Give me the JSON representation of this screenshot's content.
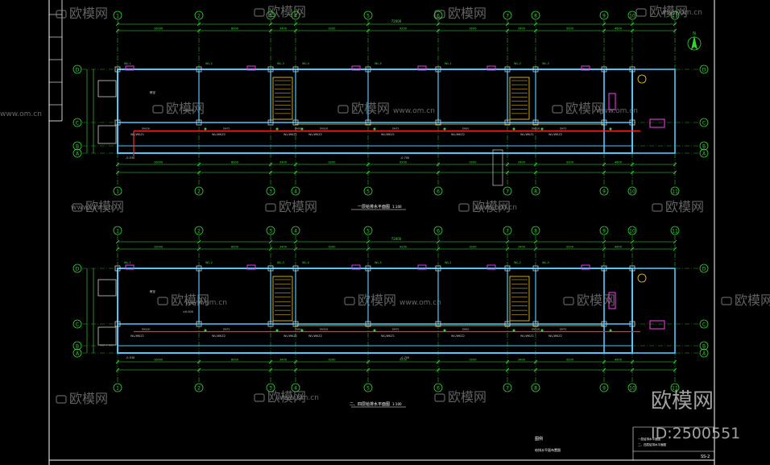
{
  "colors": {
    "background": "#000000",
    "frame": "#ffffff",
    "axis": "#2fd62f",
    "dimension": "#39e639",
    "wall": "#4ec8ff",
    "column": "#cfcfcf",
    "pipe_red": "#ff2a2a",
    "pipe_yellow": "#ffd21e",
    "fixture": "#ff3cff",
    "watermark": "#8a8a8a"
  },
  "axis_labels": [
    "1",
    "2",
    "3",
    "4",
    "5",
    "6",
    "7",
    "8",
    "9",
    "10",
    "11"
  ],
  "row_labels": [
    "D",
    "C",
    "B",
    "A"
  ],
  "plans": [
    {
      "title": "一层给排水平面图",
      "scale": "1:100",
      "total_dimension": "72000"
    },
    {
      "title": "二、四层给排水平面图",
      "scale": "1:100",
      "total_dimension": "72000"
    }
  ],
  "bay_dimensions": [
    "10000",
    "8000",
    "3400",
    "9200",
    "9200",
    "9200",
    "3400",
    "9200",
    "4600"
  ],
  "room_labels": [
    "WL-1",
    "WL-2",
    "WL-3",
    "WL-4",
    "WL-5",
    "JL-1",
    "JL-2",
    "DN100",
    "DN75",
    "DN50",
    "-0.530",
    "-0.700",
    "±0.000",
    "WL/WKZ1",
    "WL/WKZ2",
    "教室"
  ],
  "legend": {
    "title": "图例",
    "items": [
      "一层给排水平面图",
      "二、四层给排水平面图"
    ],
    "note": "给排水平面布置图"
  },
  "drawing_number": "SS-2",
  "compass_label": "N",
  "watermark": {
    "brand": "欧模网",
    "url": "www.om.cn",
    "id_text": "ID:2500551"
  }
}
